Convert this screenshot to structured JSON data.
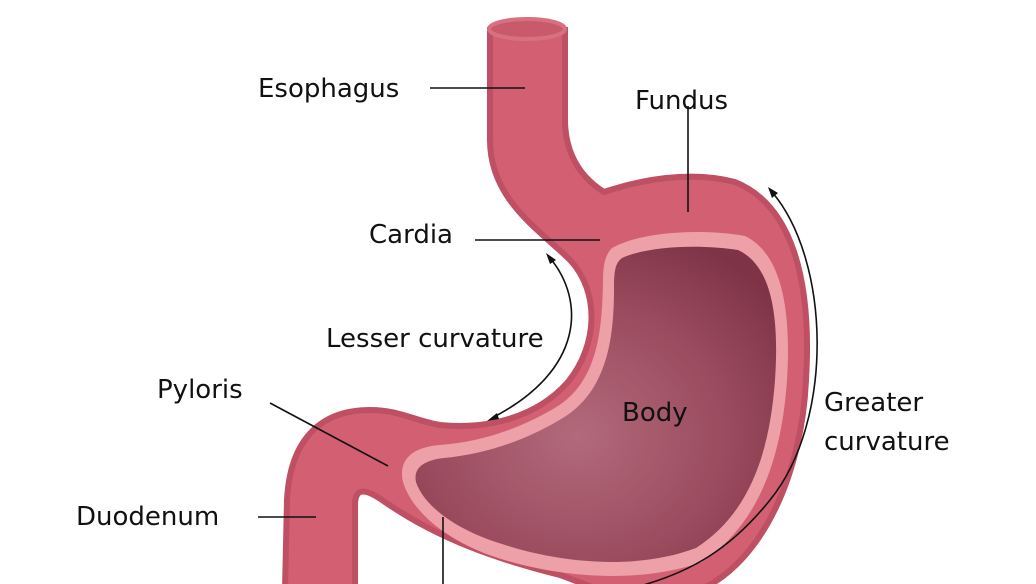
{
  "labels": {
    "esophagus": "Esophagus",
    "fundus": "Fundus",
    "cardia": "Cardia",
    "lesser_curvature": "Lesser curvature",
    "pyloris": "Pyloris",
    "body": "Body",
    "greater_curvature_line1": "Greater",
    "greater_curvature_line2": "curvature",
    "duodenum": "Duodenum"
  },
  "colors": {
    "outer_wall": "#d35f72",
    "wall_edge": "#bf4f62",
    "lining": "#eda0a8",
    "interior_dark": "#86384b",
    "interior_light": "#b0687a"
  }
}
